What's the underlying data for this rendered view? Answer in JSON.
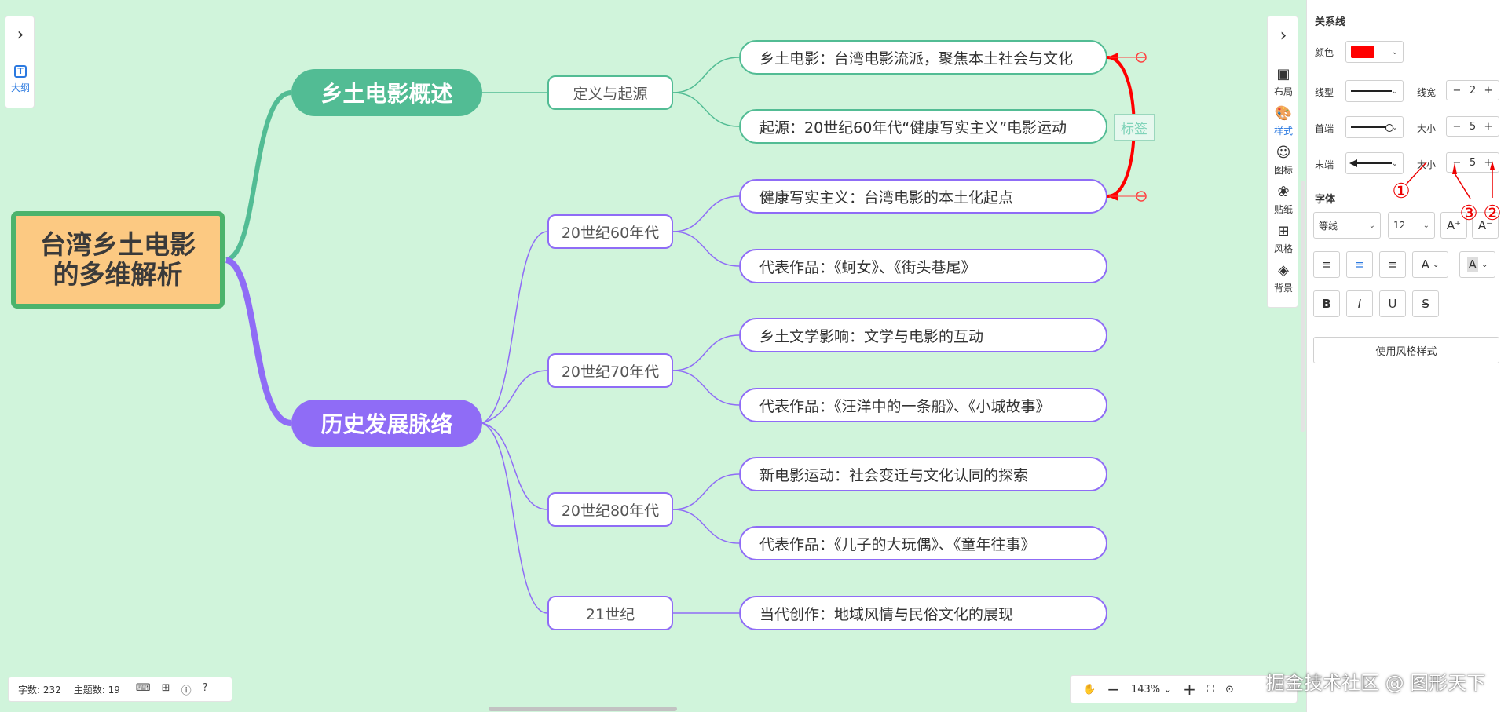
{
  "mindmap": {
    "root": "台湾乡土电影的多维解析",
    "branch1": {
      "title": "乡土电影概述",
      "sub1": {
        "title": "定义与起源",
        "leaves": [
          "乡土电影：台湾电影流派，聚焦本土社会与文化",
          "起源：20世纪60年代“健康写实主义”电影运动"
        ]
      }
    },
    "branch2": {
      "title": "历史发展脉络",
      "subs": [
        {
          "title": "20世纪60年代",
          "leaves": [
            "健康写实主义：台湾电影的本土化起点",
            "代表作品：《蚵女》、《街头巷尾》"
          ]
        },
        {
          "title": "20世纪70年代",
          "leaves": [
            "乡土文学影响：文学与电影的互动",
            "代表作品：《汪洋中的一条船》、《小城故事》"
          ]
        },
        {
          "title": "20世纪80年代",
          "leaves": [
            "新电影运动：社会变迁与文化认同的探索",
            "代表作品：《儿子的大玩偶》、《童年往事》"
          ]
        },
        {
          "title": "21世纪",
          "leaves": [
            "当代创作：地域风情与民俗文化的展现"
          ]
        }
      ]
    },
    "relation_label": "标签",
    "colors": {
      "green": "#52bc94",
      "purple": "#8f6cf6",
      "root_fill": "#fcc982",
      "root_border": "#4bb36c",
      "relation": "#ff0000",
      "background": "#d0f4db"
    }
  },
  "left_panel": {
    "outline_label": "大纲"
  },
  "toolbar": {
    "items": [
      {
        "label": "布局",
        "icon": "layout-icon"
      },
      {
        "label": "样式",
        "icon": "palette-icon"
      },
      {
        "label": "图标",
        "icon": "smiley-icon"
      },
      {
        "label": "贴纸",
        "icon": "sticker-icon"
      },
      {
        "label": "风格",
        "icon": "grid-icon"
      },
      {
        "label": "背景",
        "icon": "layers-icon"
      }
    ],
    "active": "样式"
  },
  "panel": {
    "section_title": "关系线",
    "color_label": "颜色",
    "color_value": "#ff0000",
    "line_type_label": "线型",
    "line_width_label": "线宽",
    "line_width": "2",
    "head_label": "首端",
    "head_size_label": "大小",
    "head_size": "5",
    "tail_label": "末端",
    "tail_size_label": "大小",
    "tail_size": "5",
    "font_title": "字体",
    "font_name": "等线",
    "font_size": "12",
    "increase_font": "A⁺",
    "decrease_font": "A⁻",
    "text_color_btn": "A",
    "highlight_btn": "A",
    "bold": "B",
    "italic": "I",
    "underline": "U",
    "strike": "S",
    "style_button": "使用风格样式"
  },
  "annotations": [
    "①",
    "②",
    "③"
  ],
  "statusbar": {
    "word_count": "字数: 232",
    "topic_count": "主题数: 19"
  },
  "zoom": {
    "value": "143%"
  },
  "watermark": "掘金技术社区 @ 图形天下"
}
